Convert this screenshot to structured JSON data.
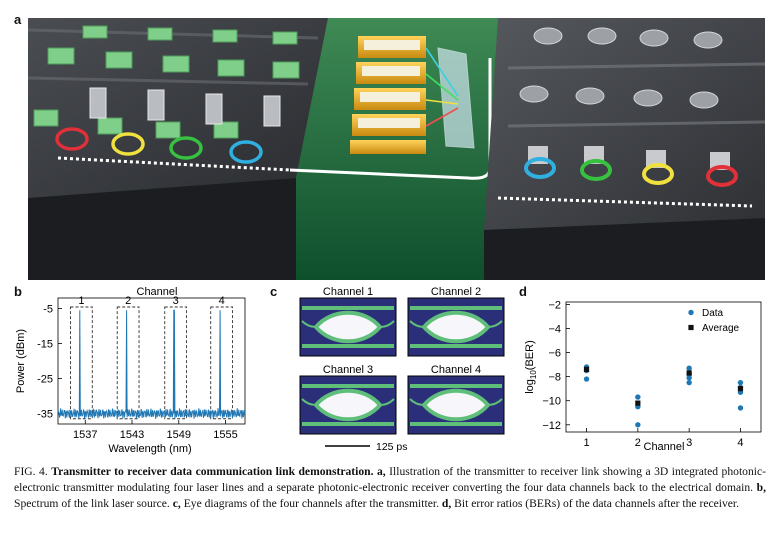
{
  "figure": {
    "panel_labels": {
      "a": "a",
      "b": "b",
      "c": "c",
      "d": "d"
    },
    "caption": {
      "fig_label": "FIG. 4.",
      "title": "Transmitter to receiver data communication link demonstration.",
      "a_label": "a,",
      "a_text": "Illustration of the transmitter to receiver link showing a 3D integrated photonic-electronic transmitter modulating four laser lines and a separate photonic-electronic receiver converting the four data channels back to the electrical domain.",
      "b_label": "b,",
      "b_text": "Spectrum of the link laser source.",
      "c_label": "c,",
      "c_text": "Eye diagrams of the four channels after the transmitter.",
      "d_label": "d,",
      "d_text": "Bit error ratios (BERs) of the data channels after the receiver."
    }
  },
  "chart_data": [
    {
      "panel": "b",
      "type": "line",
      "top_label": "Channel",
      "channel_labels": [
        "1",
        "2",
        "3",
        "4"
      ],
      "xlabel": "Wavelength (nm)",
      "ylabel": "Power (dBm)",
      "xticks": [
        1537,
        1543,
        1549,
        1555
      ],
      "yticks": [
        -5,
        -15,
        -25,
        -35
      ],
      "xlim": [
        1533.5,
        1557.5
      ],
      "ylim": [
        -38,
        -2
      ],
      "noise_floor": -35,
      "peaks": [
        {
          "channel": "1",
          "x": 1536.3,
          "y": -5.5
        },
        {
          "channel": "2",
          "x": 1542.3,
          "y": -5.5
        },
        {
          "channel": "3",
          "x": 1548.4,
          "y": -5.5
        },
        {
          "channel": "4",
          "x": 1554.3,
          "y": -5.5
        }
      ],
      "line_color": "#1f77b4"
    },
    {
      "panel": "c",
      "type": "other",
      "eyes": [
        {
          "title": "Channel 1"
        },
        {
          "title": "Channel 2"
        },
        {
          "title": "Channel 3"
        },
        {
          "title": "Channel 4"
        }
      ],
      "scale_bar_label": "125 ps"
    },
    {
      "panel": "d",
      "type": "scatter",
      "xlabel": "Channel",
      "ylabel_main": "log",
      "ylabel_sub": "10",
      "ylabel_tail": "(BER)",
      "xticks": [
        1,
        2,
        3,
        4
      ],
      "yticks": [
        -2,
        -4,
        -6,
        -8,
        -10,
        -12
      ],
      "xlim": [
        0.6,
        4.4
      ],
      "ylim": [
        -12.6,
        -1.8
      ],
      "series": [
        {
          "name": "Data",
          "marker": "circle",
          "color": "#1f77b4",
          "points": [
            [
              1,
              -7.2
            ],
            [
              1,
              -7.5
            ],
            [
              1,
              -8.2
            ],
            [
              2,
              -9.7
            ],
            [
              2,
              -10.5
            ],
            [
              2,
              -12.0
            ],
            [
              3,
              -7.3
            ],
            [
              3,
              -7.8
            ],
            [
              3,
              -8.1
            ],
            [
              3,
              -8.5
            ],
            [
              4,
              -8.5
            ],
            [
              4,
              -8.9
            ],
            [
              4,
              -9.3
            ],
            [
              4,
              -10.6
            ]
          ]
        },
        {
          "name": "Average",
          "marker": "square",
          "color": "#111111",
          "points": [
            [
              1,
              -7.4
            ],
            [
              2,
              -10.2
            ],
            [
              3,
              -7.7
            ],
            [
              4,
              -9.0
            ]
          ]
        }
      ]
    }
  ]
}
